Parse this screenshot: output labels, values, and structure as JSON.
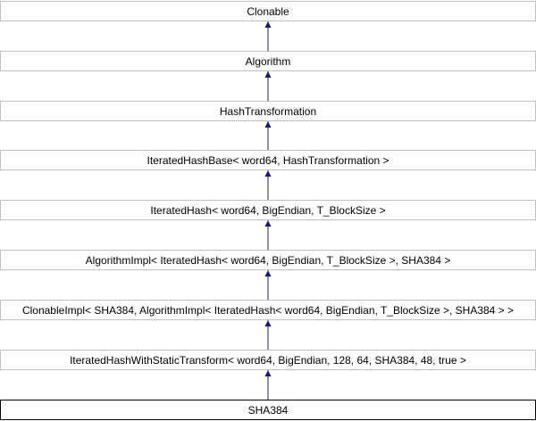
{
  "nodes": [
    {
      "id": "clonable",
      "label": "Clonable"
    },
    {
      "id": "algorithm",
      "label": "Algorithm"
    },
    {
      "id": "hash-transformation",
      "label": "HashTransformation"
    },
    {
      "id": "iterated-hash-base",
      "label": "IteratedHashBase< word64, HashTransformation >"
    },
    {
      "id": "iterated-hash",
      "label": "IteratedHash< word64, BigEndian, T_BlockSize >"
    },
    {
      "id": "algorithm-impl",
      "label": "AlgorithmImpl< IteratedHash< word64, BigEndian, T_BlockSize >, SHA384 >"
    },
    {
      "id": "clonable-impl",
      "label": "ClonableImpl< SHA384, AlgorithmImpl< IteratedHash< word64, BigEndian, T_BlockSize >, SHA384 > >"
    },
    {
      "id": "iterated-hash-static",
      "label": "IteratedHashWithStaticTransform< word64, BigEndian, 128, 64, SHA384, 48, true >"
    },
    {
      "id": "sha384",
      "label": "SHA384",
      "highlighted": true
    }
  ],
  "colors": {
    "node_fill": "#ffffff",
    "node_border": "#c0c0c0",
    "highlight_border": "#000000",
    "edge": "#191970"
  }
}
